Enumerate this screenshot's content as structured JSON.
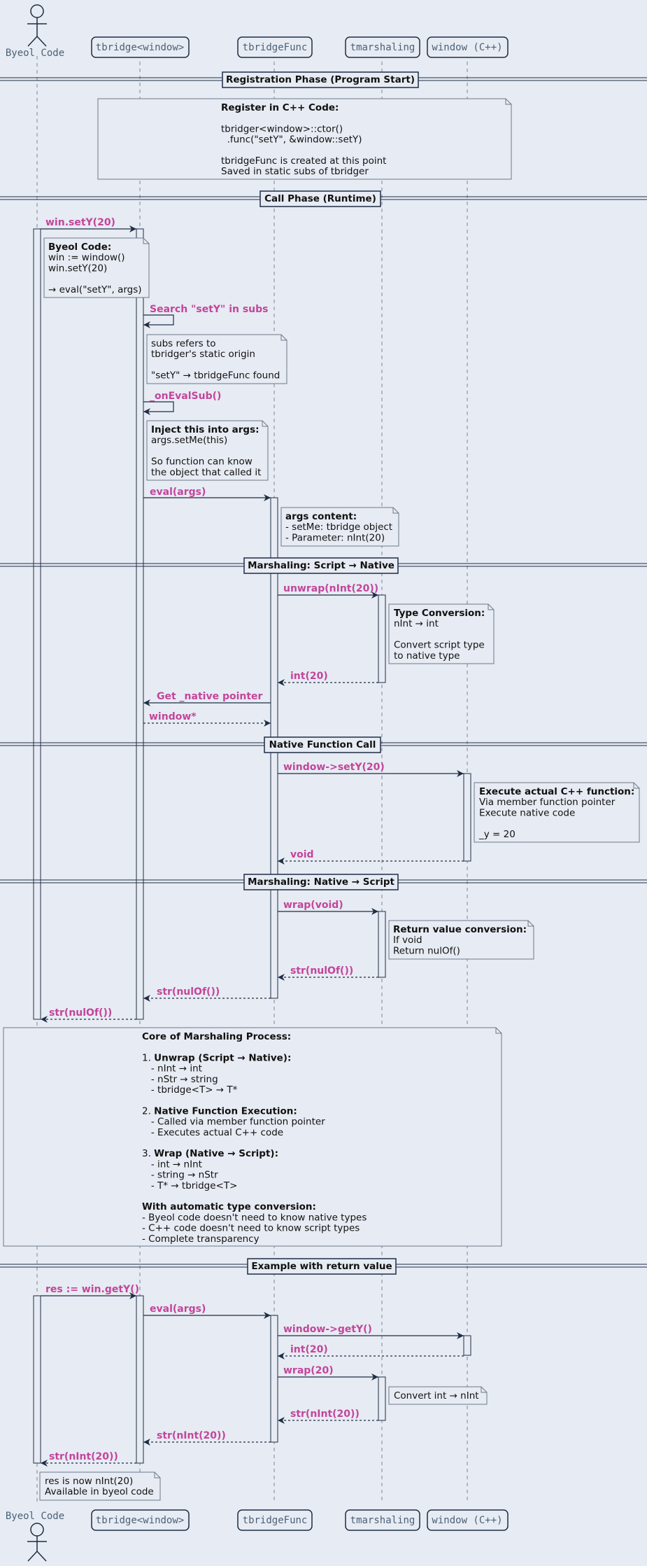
{
  "participants": [
    {
      "id": "byeol",
      "label": "Byeol Code",
      "type": "actor"
    },
    {
      "id": "tbridge",
      "label": "tbridge<window>",
      "type": "box"
    },
    {
      "id": "tbridgeFunc",
      "label": "tbridgeFunc",
      "type": "box"
    },
    {
      "id": "tmarshaling",
      "label": "tmarshaling",
      "type": "box"
    },
    {
      "id": "window",
      "label": "window (C++)",
      "type": "box"
    }
  ],
  "dividers": {
    "registration": "Registration Phase (Program Start)",
    "call": "Call Phase (Runtime)",
    "marshal_in": "Marshaling: Script → Native",
    "native_call": "Native Function Call",
    "marshal_out": "Marshaling: Native → Script",
    "example": "Example with return value"
  },
  "messages": {
    "m1": "win.setY(20)",
    "m2": "Search \"setY\" in subs",
    "m3": "_onEvalSub()",
    "m4": "eval(args)",
    "m5": "unwrap(nInt(20))",
    "m6": "int(20)",
    "m7": "Get _native pointer",
    "m8": "window*",
    "m9": "window->setY(20)",
    "m10": "void",
    "m11": "wrap(void)",
    "m12": "str(nulOf())",
    "m13": "str(nulOf())",
    "m14": "str(nulOf())",
    "e1": "res := win.getY()",
    "e2": "eval(args)",
    "e3": "window->getY()",
    "e4": "int(20)",
    "e5": "wrap(20)",
    "e6": "str(nInt(20))",
    "e7": "str(nInt(20))",
    "e8": "str(nInt(20))"
  },
  "notes": {
    "n_register": [
      {
        "text": "Register in C++ Code:",
        "bold": true
      },
      {
        "text": ""
      },
      {
        "text": "tbridger<window>::ctor()"
      },
      {
        "text": "  .func(\"setY\", &window::setY)"
      },
      {
        "text": ""
      },
      {
        "text": "tbridgeFunc is created at this point"
      },
      {
        "text": "Saved in static subs of tbridger"
      }
    ],
    "n_byeol": [
      {
        "text": "Byeol Code:",
        "bold": true
      },
      {
        "text": "win := window()"
      },
      {
        "text": "win.setY(20)"
      },
      {
        "text": ""
      },
      {
        "text": "→ eval(\"setY\", args)"
      }
    ],
    "n_subs": [
      {
        "text": "subs refers to"
      },
      {
        "text": "tbridger's static origin"
      },
      {
        "text": ""
      },
      {
        "text": "\"setY\" → tbridgeFunc found"
      }
    ],
    "n_inject": [
      {
        "text": "Inject this into args:",
        "bold": true
      },
      {
        "text": "args.setMe(this)"
      },
      {
        "text": ""
      },
      {
        "text": "So function can know"
      },
      {
        "text": "the object that called it"
      }
    ],
    "n_args": [
      {
        "text": "args content:",
        "bold": true
      },
      {
        "text": "- setMe: tbridge object"
      },
      {
        "text": "- Parameter: nInt(20)"
      }
    ],
    "n_typeconv": [
      {
        "text": "Type Conversion:",
        "bold": true
      },
      {
        "text": "nInt → int"
      },
      {
        "text": ""
      },
      {
        "text": "Convert script type"
      },
      {
        "text": "to native type"
      }
    ],
    "n_exec": [
      {
        "text": "Execute actual C++ function:",
        "bold": true
      },
      {
        "text": "Via member function pointer"
      },
      {
        "text": "Execute native code"
      },
      {
        "text": ""
      },
      {
        "text": "_y = 20"
      }
    ],
    "n_retconv": [
      {
        "text": "Return value conversion:",
        "bold": true
      },
      {
        "text": "If void"
      },
      {
        "text": "Return nulOf()"
      }
    ],
    "n_core": [
      {
        "text": "Core of Marshaling Process:",
        "bold": true
      },
      {
        "text": ""
      },
      {
        "text": "1. ",
        "rich": "Unwrap (Script → Native):"
      },
      {
        "text": "   - nInt → int"
      },
      {
        "text": "   - nStr → string"
      },
      {
        "text": "   - tbridge<T> → T*"
      },
      {
        "text": ""
      },
      {
        "text": "2. ",
        "rich": "Native Function Execution:"
      },
      {
        "text": "   - Called via member function pointer"
      },
      {
        "text": "   - Executes actual C++ code"
      },
      {
        "text": ""
      },
      {
        "text": "3. ",
        "rich": "Wrap (Native → Script):"
      },
      {
        "text": "   - int → nInt"
      },
      {
        "text": "   - string → nStr"
      },
      {
        "text": "   - T* → tbridge<T>"
      },
      {
        "text": ""
      },
      {
        "text": "With automatic type conversion:",
        "bold": true
      },
      {
        "text": "- Byeol code doesn't need to know native types"
      },
      {
        "text": "- C++ code doesn't need to know script types"
      },
      {
        "text": "- Complete transparency"
      }
    ],
    "n_convint": [
      {
        "text": "Convert int → nInt"
      }
    ],
    "n_res": [
      {
        "text": "res is now nInt(20)"
      },
      {
        "text": "Available in byeol code"
      }
    ]
  },
  "colors": {
    "background": "#e7ebf3",
    "message_label": "#c3459b",
    "line": "#1e2d44",
    "participant_text": "#4a6178",
    "note_fill": "#e7ebf3"
  }
}
